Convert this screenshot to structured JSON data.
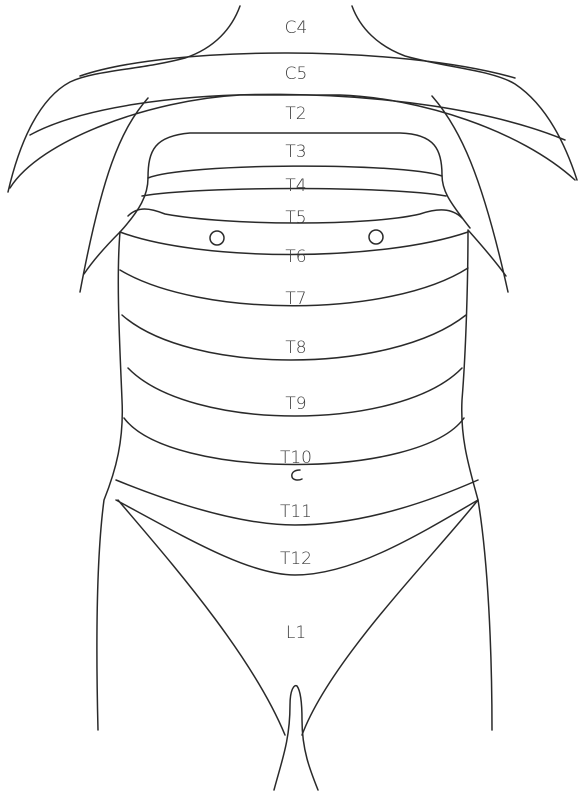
{
  "diagram": {
    "labels": {
      "c4": "C4",
      "c5": "C5",
      "t2": "T2",
      "t3": "T3",
      "t4": "T4",
      "t5": "T5",
      "t6": "T6",
      "t7": "T7",
      "t8": "T8",
      "t9": "T9",
      "t10": "T10",
      "t11": "T11",
      "t12": "T12",
      "l1": "L1"
    },
    "line_color": "#2a2a2a",
    "background": "#ffffff"
  }
}
